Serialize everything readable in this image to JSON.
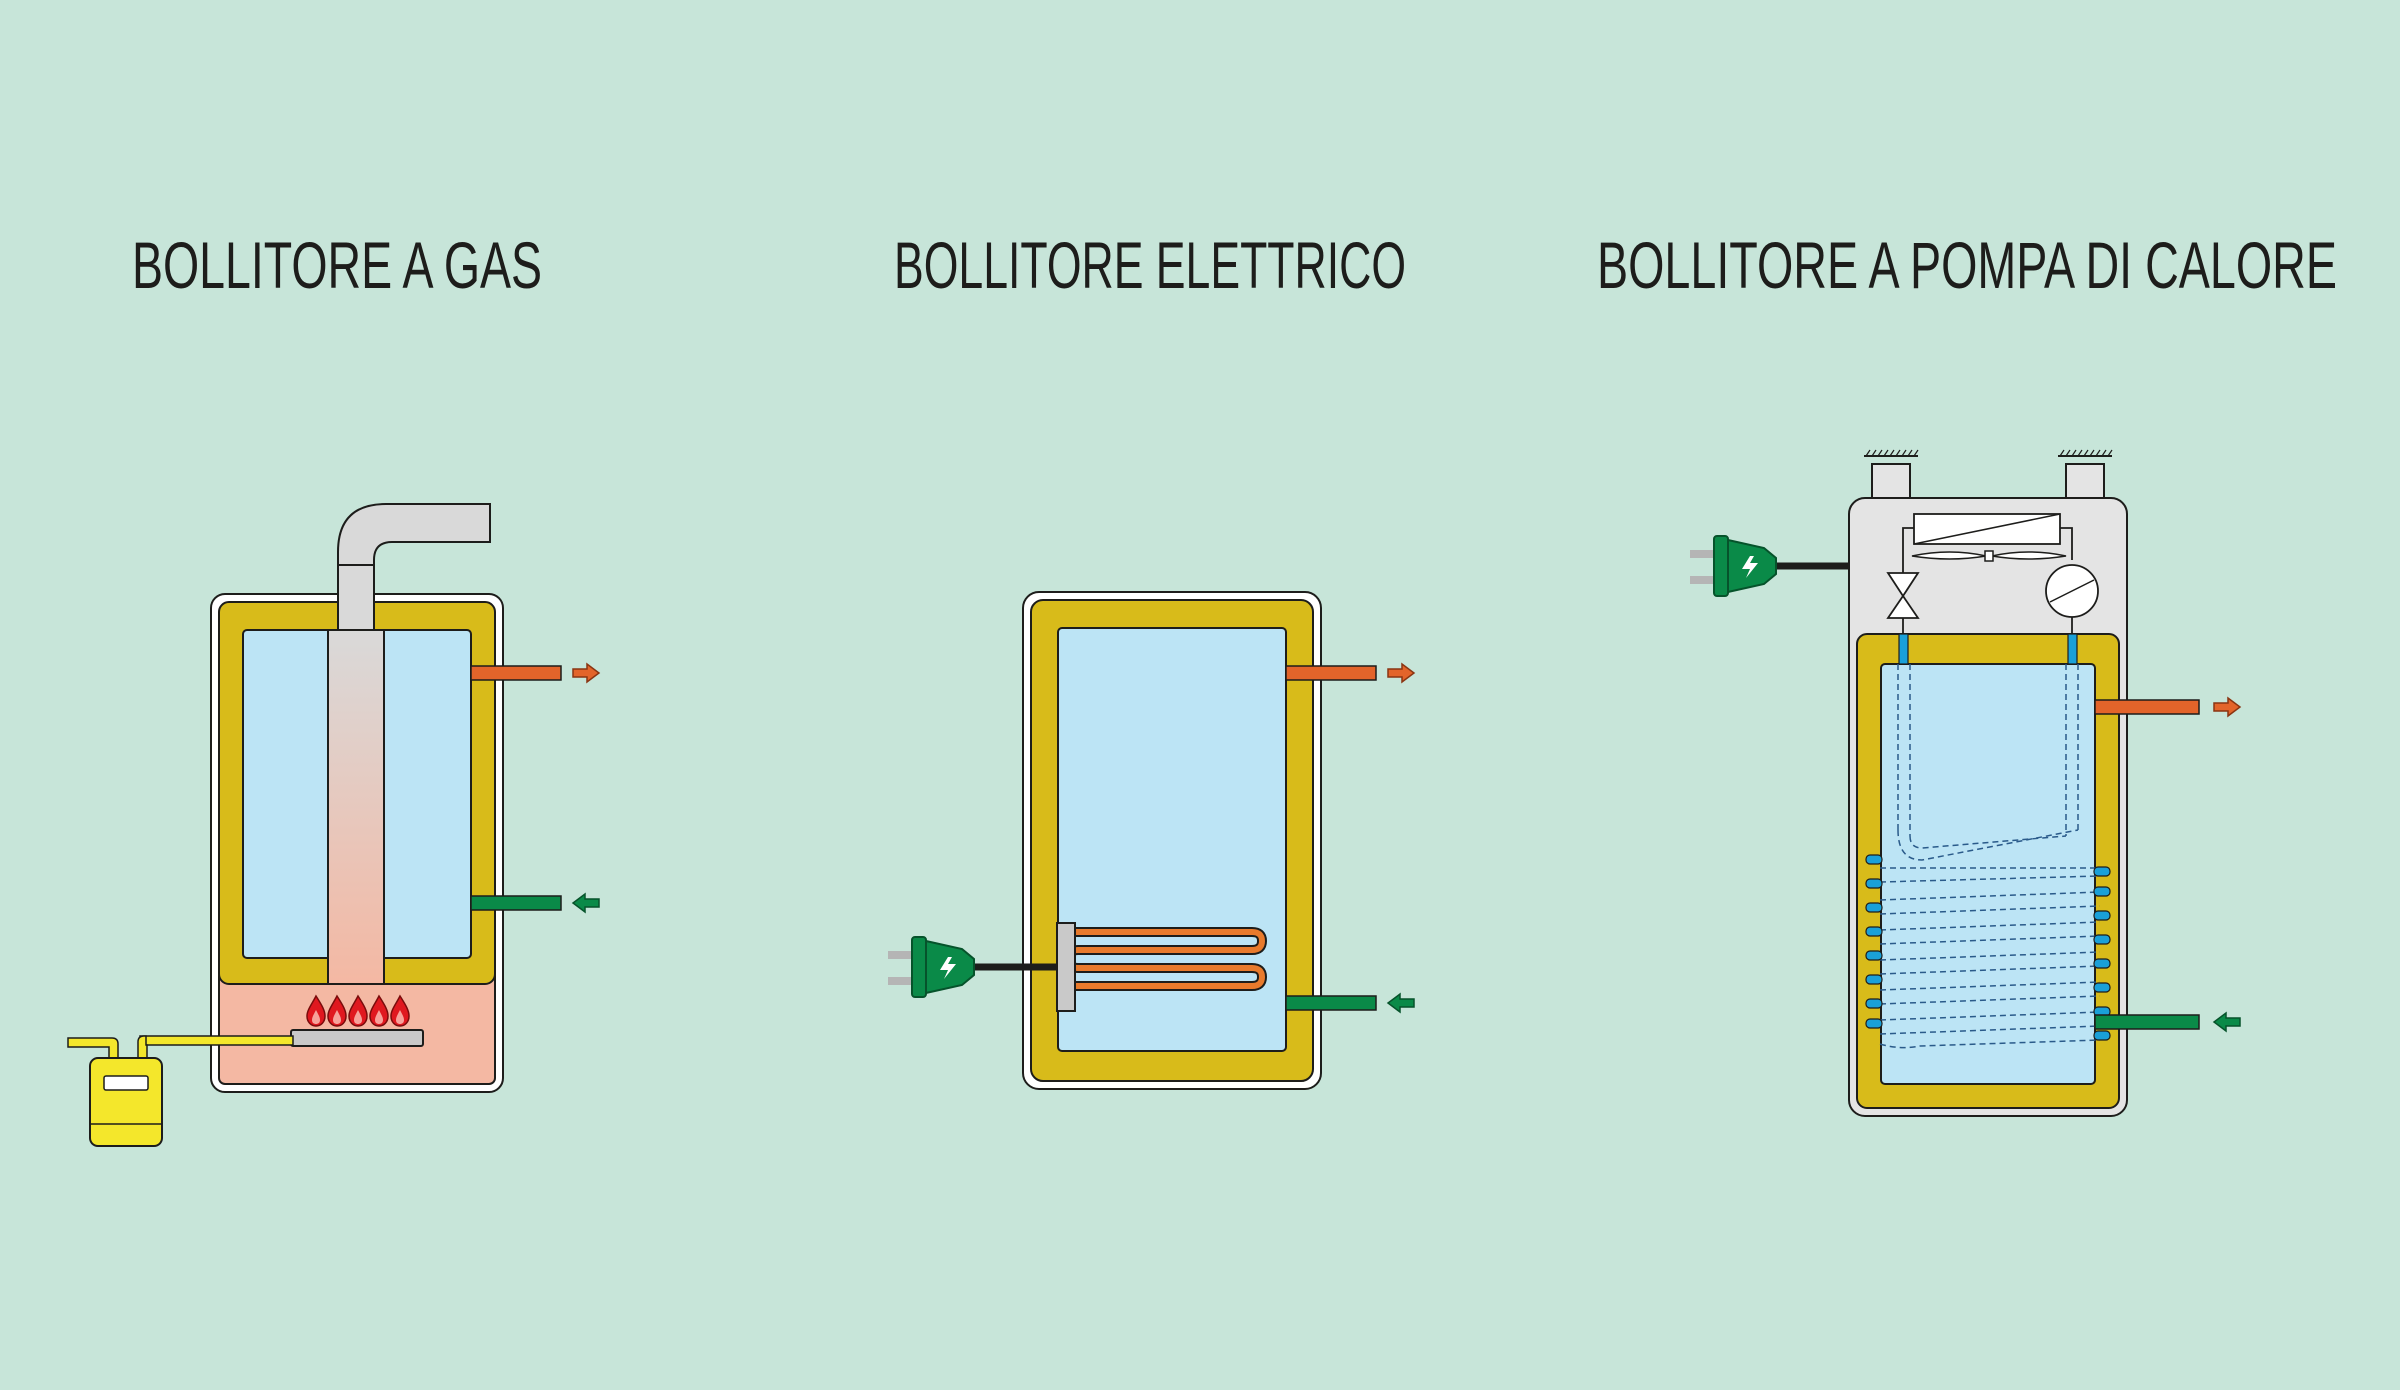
{
  "panels": [
    {
      "id": "gas",
      "title": "BOLLITORE A GAS"
    },
    {
      "id": "electric",
      "title": "BOLLITORE ELETTRICO"
    },
    {
      "id": "heatpump",
      "title": "BOLLITORE A POMPA DI CALORE"
    }
  ],
  "colors": {
    "background": "#c7e5d9",
    "insulation": "#d8bb1a",
    "water": "#bce4f5",
    "hot_outlet": "#e3642a",
    "cold_inlet": "#0a8a48",
    "flue": "#d9d9d9",
    "flame": "#e0181f",
    "gas_pipe": "#f4e72b",
    "plug": "#0a8a48",
    "heater_element": "#e87a2c",
    "refrigerant_coil": "#1aa0d8"
  },
  "icons": [
    "flame-icon",
    "gas-meter-icon",
    "electric-plug-icon",
    "lightning-icon",
    "arrow-out-icon",
    "arrow-in-icon",
    "fan-icon",
    "compressor-icon",
    "expansion-valve-icon"
  ]
}
